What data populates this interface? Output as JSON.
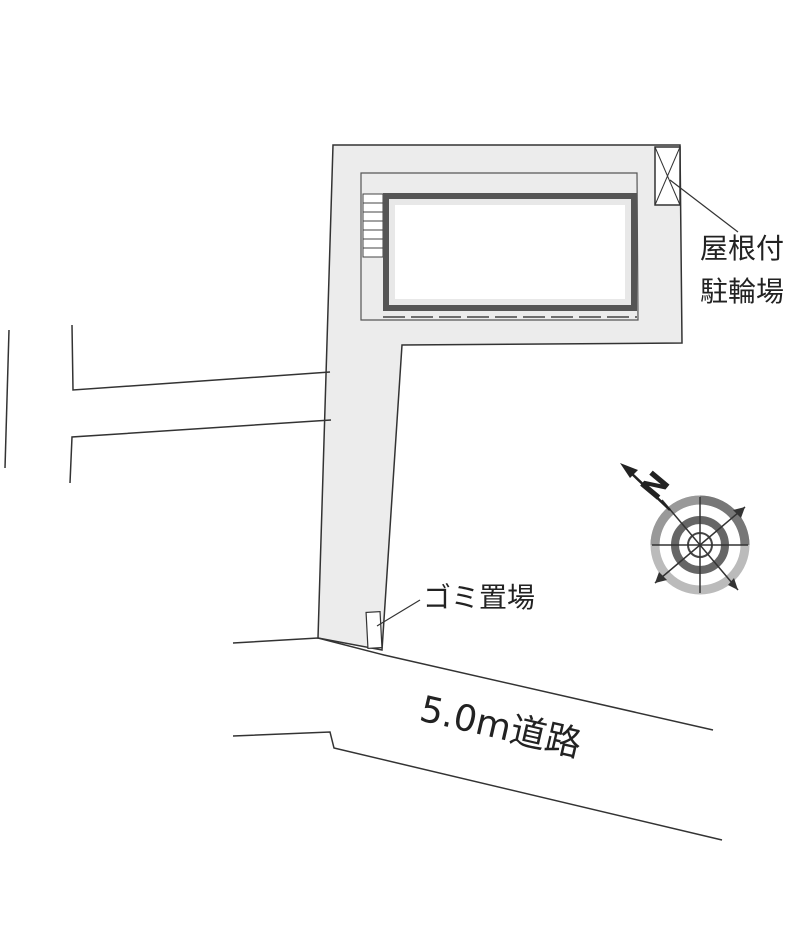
{
  "labels": {
    "bicycle_parking_line1": "屋根付",
    "bicycle_parking_line2": "駐輪場",
    "garbage_area": "ゴミ置場",
    "road": "5.0m道路",
    "north": "N"
  },
  "colors": {
    "lot_fill": "#ececec",
    "line": "#333333",
    "building_wall": "#555555",
    "compass_dark": "#666666",
    "compass_light": "#bbbbbb"
  },
  "icons": {
    "compass": "north-arrow-compass-icon",
    "bicycle_parking": "x-box-icon"
  }
}
